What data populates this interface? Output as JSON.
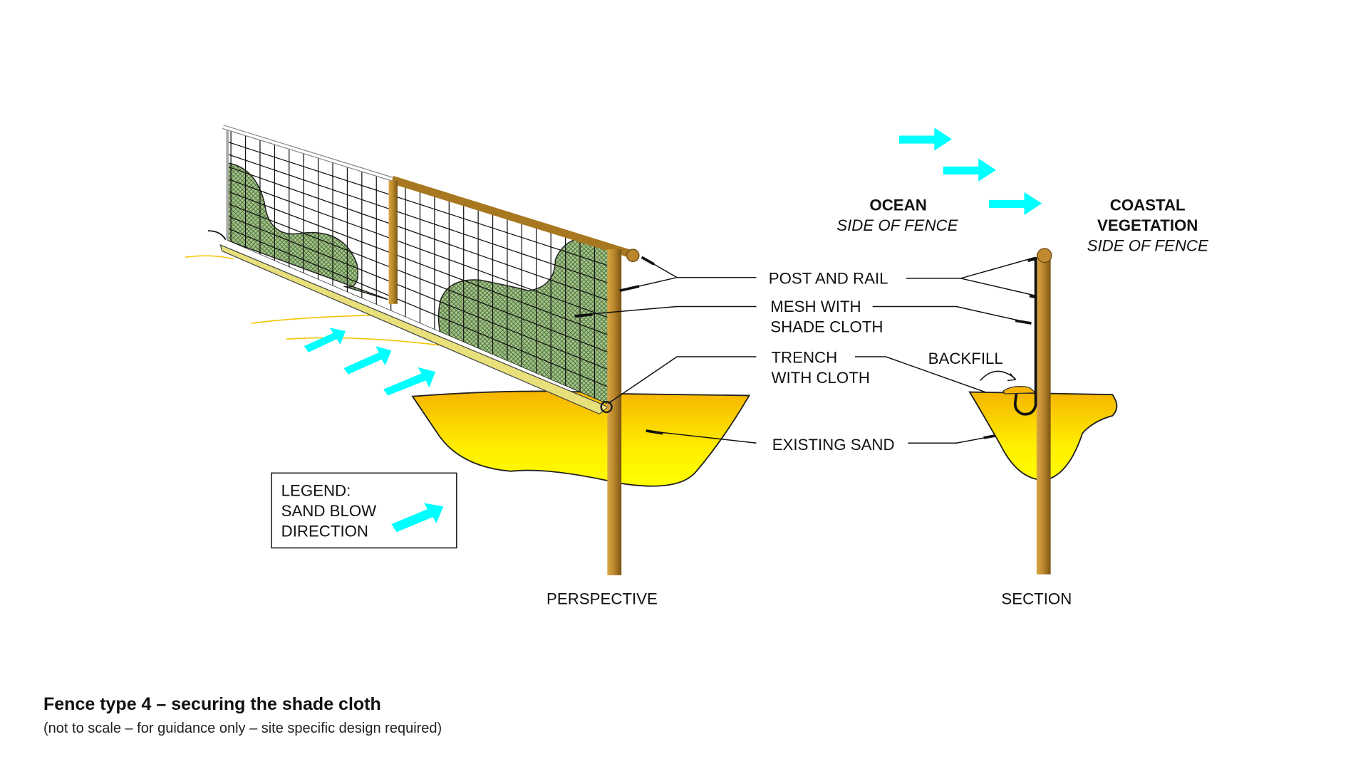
{
  "labels": {
    "post_and_rail": "POST AND RAIL",
    "mesh_line1": "MESH WITH",
    "mesh_line2": "SHADE CLOTH",
    "trench_line1": "TRENCH",
    "trench_line2": "WITH CLOTH",
    "existing_sand": "EXISTING SAND",
    "backfill": "BACKFILL",
    "ocean": "OCEAN",
    "ocean_side": "SIDE OF FENCE",
    "coastal_line1": "COASTAL",
    "coastal_line2": "VEGETATION",
    "coastal_side": "SIDE OF FENCE",
    "perspective": "PERSPECTIVE",
    "section": "SECTION"
  },
  "legend": {
    "line1": "LEGEND:",
    "line2": "SAND BLOW",
    "line3": "DIRECTION"
  },
  "caption": {
    "title": "Fence type 4 – securing the shade cloth",
    "subtitle": "(not to scale – for guidance only – site specific design required)"
  },
  "colors": {
    "arrow": "#00ffff",
    "post": "#b8862b",
    "sand_top": "#f6b400",
    "sand_bottom": "#ffff00",
    "cloth": "#5f8f45"
  }
}
